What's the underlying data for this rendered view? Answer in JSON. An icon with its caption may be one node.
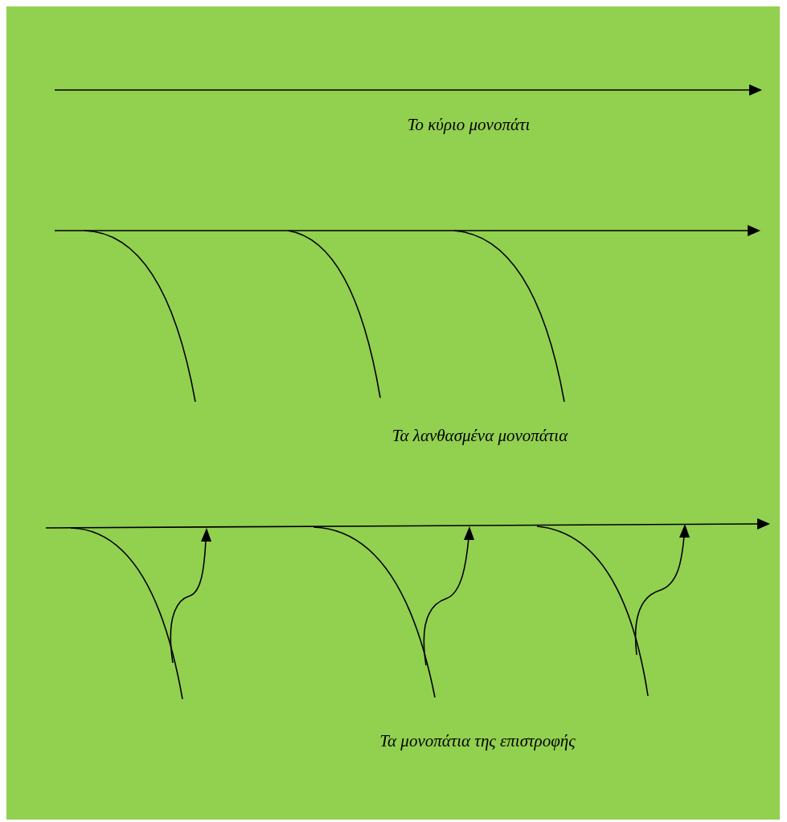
{
  "diagram": {
    "labels": [
      "Το κύριο μονοπάτι",
      "Τα λανθασμένα μονοπάτια",
      "Τα μονοπάτια της επιστροφής"
    ]
  }
}
